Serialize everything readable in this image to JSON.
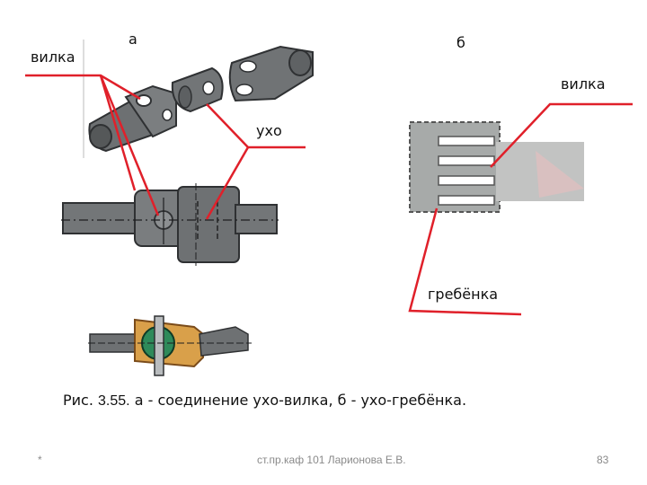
{
  "labels": {
    "a": "а",
    "b": "б",
    "vilka_left": "вилка",
    "ukho": "ухо",
    "vilka_right": "вилка",
    "grebenka": "гребёнка"
  },
  "caption": {
    "prefix": "Рис. ",
    "number": "3.55.",
    "text": " а - соединение ухо-вилка,  б - ухо-гребёнка."
  },
  "footer": {
    "bullet": "*",
    "center": "ст.пр.каф 101 Ларионова Е.В.",
    "page": "83"
  },
  "colors": {
    "leader": "#e0202a",
    "metal": "#6b6e70",
    "metal_dark": "#3a3c3e",
    "comb_bg": "#a7aaa9"
  }
}
